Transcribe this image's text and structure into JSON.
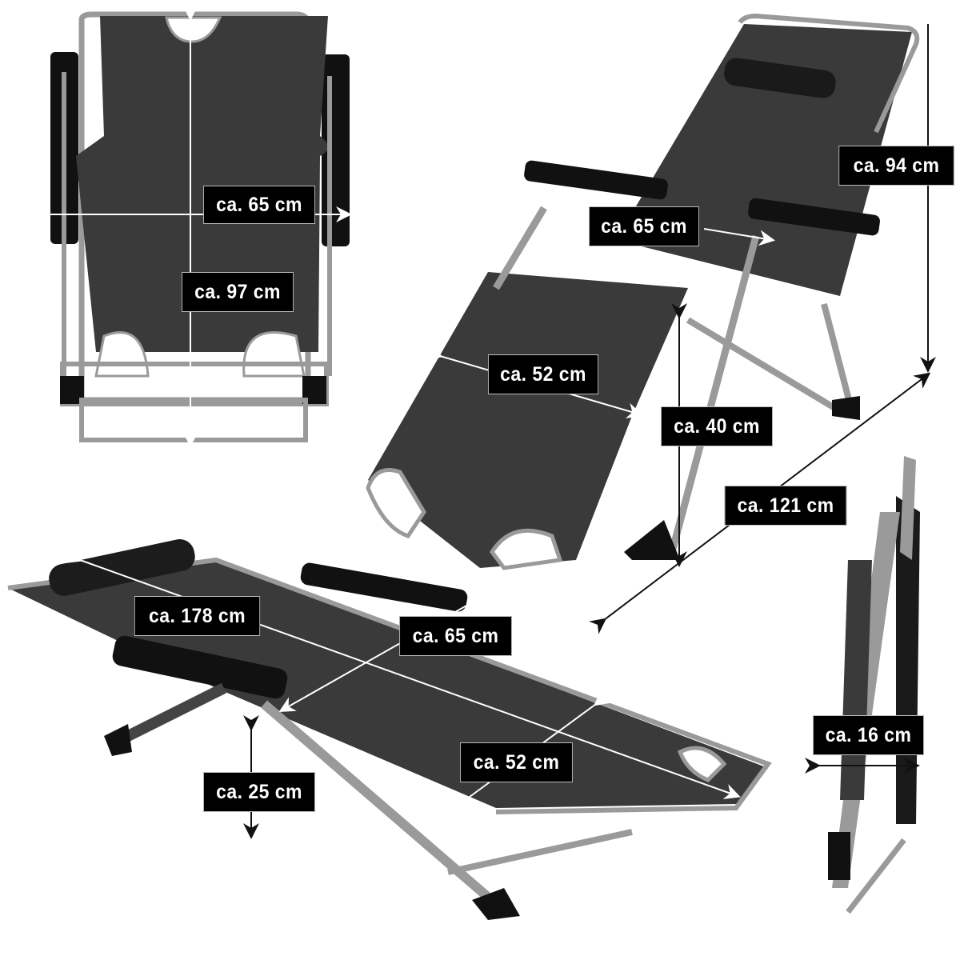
{
  "product": {
    "subject": "folding lounge chair dimensions",
    "colors": {
      "fabric": "#3a3a3a",
      "frame": "#9a9a9a",
      "armrest": "#111111",
      "label_bg": "#000000",
      "label_text": "#ffffff",
      "background": "#ffffff"
    }
  },
  "views": {
    "front": {
      "width_label": "ca. 65 cm",
      "height_label": "ca. 97 cm"
    },
    "reclined": {
      "armrest_width_label": "ca. 65 cm",
      "backrest_height_label": "ca. 94 cm",
      "seat_width_label": "ca. 52 cm",
      "seat_height_label": "ca. 40 cm",
      "depth_label": "ca. 121 cm"
    },
    "flat": {
      "length_label": "ca. 178 cm",
      "armrest_width_label": "ca. 65 cm",
      "bed_width_label": "ca. 52 cm",
      "bed_height_label": "ca. 25 cm"
    },
    "folded": {
      "thickness_label": "ca. 16 cm"
    }
  }
}
